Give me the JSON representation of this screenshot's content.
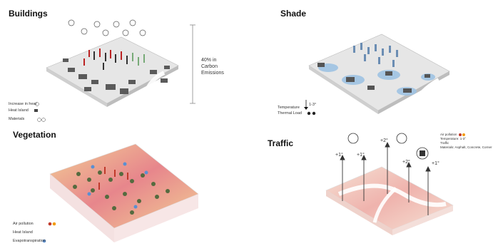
{
  "panels": {
    "buildings": {
      "title": "Buildings",
      "annotation": "40% in\nCarbon\nEmissions",
      "legend": [
        "Increase in heat",
        "Heat Island",
        "Materials"
      ]
    },
    "shade": {
      "title": "Shade",
      "arrow_value": "1-3°",
      "legend": [
        "Temperature",
        "Thermal Load"
      ]
    },
    "vegetation": {
      "title": "Vegetation",
      "legend": [
        "Air pollution",
        "Heat Island",
        "Evapotranspiration"
      ]
    },
    "traffic": {
      "title": "Traffic",
      "legend": [
        "Air pollution",
        "Temperature: 1-3°",
        "Traffic",
        "Materials: Asphalt, Concrete, Corner"
      ],
      "arrows": [
        "+1°",
        "+1°",
        "+2°",
        "+2°",
        "+1°"
      ]
    }
  },
  "colors": {
    "block_gray": "#d9d9d9",
    "building_dark": "#555555",
    "shade_blue": "#9ec3e3",
    "heat_red": "#e7868c",
    "heat_yellow": "#f2cf95",
    "accent_red": "#c0392b",
    "accent_orange": "#f39c12"
  }
}
